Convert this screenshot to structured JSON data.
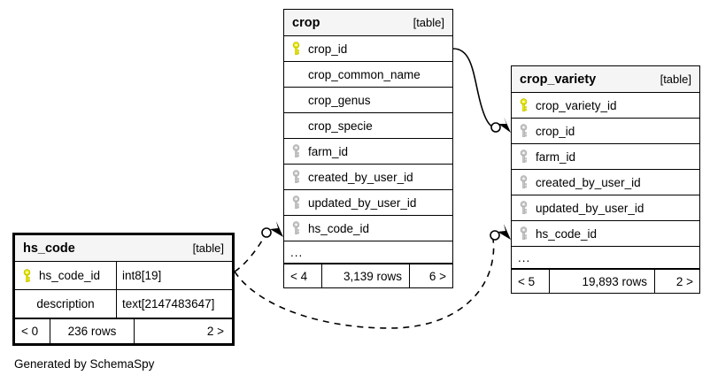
{
  "diagram": {
    "caption": "Generated by SchemaSpy",
    "table_tag": "[table]",
    "more_indicator": "...",
    "colors": {
      "primary_key": "#e8e800",
      "foreign_key": "#c0c0c0",
      "header_bg": "#f5f5f5",
      "border": "#000000",
      "background": "#ffffff"
    }
  },
  "tables": [
    {
      "id": "crop",
      "name": "crop",
      "tag": "[table]",
      "focal": false,
      "columns": [
        {
          "name": "crop_id",
          "key": "primary"
        },
        {
          "name": "crop_common_name",
          "key": "none"
        },
        {
          "name": "crop_genus",
          "key": "none"
        },
        {
          "name": "crop_specie",
          "key": "none"
        },
        {
          "name": "farm_id",
          "key": "foreign"
        },
        {
          "name": "created_by_user_id",
          "key": "foreign"
        },
        {
          "name": "updated_by_user_id",
          "key": "foreign"
        },
        {
          "name": "hs_code_id",
          "key": "foreign"
        }
      ],
      "more": "...",
      "footer": {
        "prev": "< 4",
        "rows": "3,139 rows",
        "next": "6 >"
      }
    },
    {
      "id": "crop_variety",
      "name": "crop_variety",
      "tag": "[table]",
      "focal": false,
      "columns": [
        {
          "name": "crop_variety_id",
          "key": "primary"
        },
        {
          "name": "crop_id",
          "key": "foreign"
        },
        {
          "name": "farm_id",
          "key": "foreign"
        },
        {
          "name": "created_by_user_id",
          "key": "foreign"
        },
        {
          "name": "updated_by_user_id",
          "key": "foreign"
        },
        {
          "name": "hs_code_id",
          "key": "foreign"
        }
      ],
      "more": "...",
      "footer": {
        "prev": "< 5",
        "rows": "19,893 rows",
        "next": "2 >"
      }
    },
    {
      "id": "hs_code",
      "name": "hs_code",
      "tag": "[table]",
      "focal": true,
      "columns": [
        {
          "name": "hs_code_id",
          "key": "primary",
          "type": "int8[19]"
        },
        {
          "name": "description",
          "key": "none",
          "type": "text[2147483647]"
        }
      ],
      "footer": {
        "prev": "< 0",
        "rows": "236 rows",
        "next": "2 >"
      }
    }
  ],
  "relationships": [
    {
      "from": "crop.crop_id",
      "to": "crop_variety.crop_id",
      "style": "solid"
    },
    {
      "from": "hs_code.hs_code_id",
      "to": "crop.hs_code_id",
      "style": "dashed"
    },
    {
      "from": "hs_code.hs_code_id",
      "to": "crop_variety.hs_code_id",
      "style": "dashed"
    }
  ]
}
